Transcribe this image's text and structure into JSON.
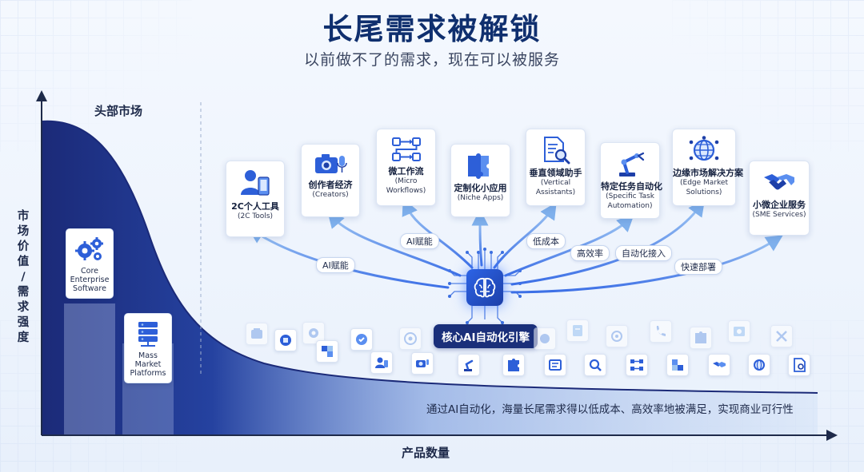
{
  "title": "长尾需求被解锁",
  "subtitle": "以前做不了的需求，现在可以被服务",
  "axes": {
    "y_title": "市场价值/需求强度",
    "x_title": "产品数量"
  },
  "head_market": {
    "label": "头部市场",
    "cards": [
      {
        "lines": [
          "Core",
          "Enterprise",
          "Software"
        ],
        "icon": "gears-icon"
      },
      {
        "lines": [
          "Mass",
          "Market",
          "Platforms"
        ],
        "icon": "server-icon"
      }
    ]
  },
  "long_tail_cards": [
    {
      "zh": "2C个人工具",
      "en": [
        "(2C Tools)"
      ],
      "icon": "person-phone-icon"
    },
    {
      "zh": "创作者经济",
      "en": [
        "(Creators)"
      ],
      "icon": "camera-mic-icon"
    },
    {
      "zh": "微工作流",
      "en": [
        "(Micro",
        "Workflows)"
      ],
      "icon": "workflow-icon"
    },
    {
      "zh": "定制化小应用",
      "en": [
        "(Niche Apps)"
      ],
      "icon": "puzzle-icon"
    },
    {
      "zh": "垂直领域助手",
      "en": [
        "(Vertical",
        "Assistants)"
      ],
      "icon": "document-search-icon"
    },
    {
      "zh": "特定任务自动化",
      "en": [
        "(Specific Task",
        "Automation)"
      ],
      "icon": "robot-arm-icon"
    },
    {
      "zh": "边缘市场解决方案",
      "en": [
        "(Edge Market",
        "Solutions)"
      ],
      "icon": "globe-network-icon"
    },
    {
      "zh": "小微企业服务",
      "en": [
        "(SME Services)"
      ],
      "icon": "handshake-icon"
    }
  ],
  "connector_labels": [
    "AI赋能",
    "AI赋能",
    "低成本",
    "高效率",
    "自动化接入",
    "快速部署"
  ],
  "engine": {
    "label": "核心AI自动化引擎",
    "icon": "brain-chip-icon"
  },
  "caption": "通过AI自动化，海量长尾需求得以低成本、高效率地被满足，实现商业可行性",
  "colors": {
    "navy": "#1b2a78",
    "blue": "#3b6fe0",
    "teal": "#2ec4b6",
    "arrow": "#6aa6e8"
  }
}
